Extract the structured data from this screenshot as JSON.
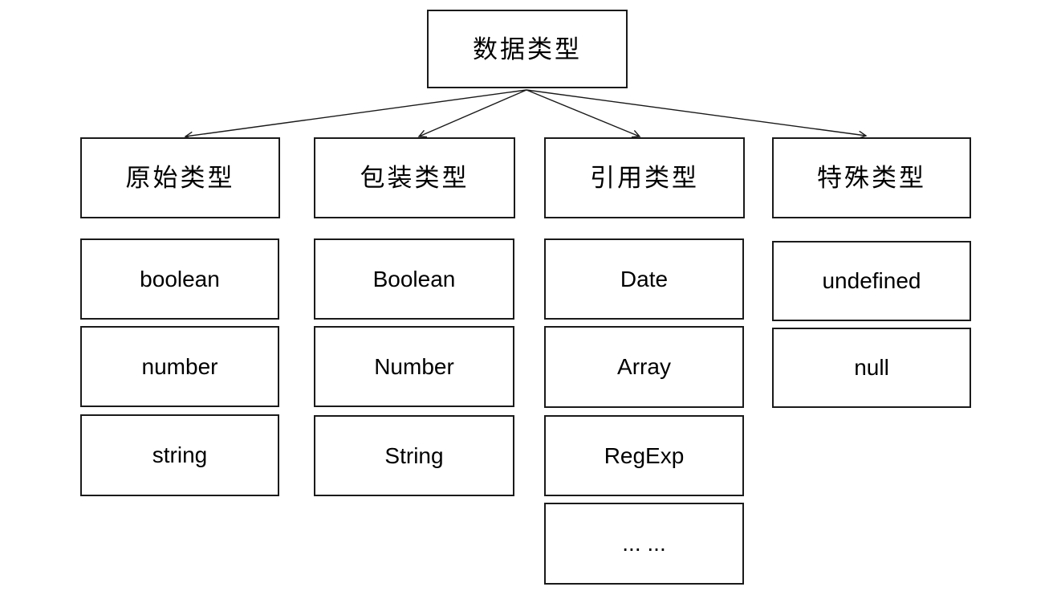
{
  "diagram": {
    "type": "tree",
    "title": "数据类型",
    "line_color": "#1a1a1a",
    "box_background": "#ffffff",
    "groups": [
      {
        "label": "原始类型",
        "items": [
          "boolean",
          "number",
          "string"
        ]
      },
      {
        "label": "包装类型",
        "items": [
          "Boolean",
          "Number",
          "String"
        ]
      },
      {
        "label": "引用类型",
        "items": [
          "Date",
          "Array",
          "RegExp",
          "... ..."
        ]
      },
      {
        "label": "特殊类型",
        "items": [
          "undefined",
          "null"
        ]
      }
    ]
  }
}
